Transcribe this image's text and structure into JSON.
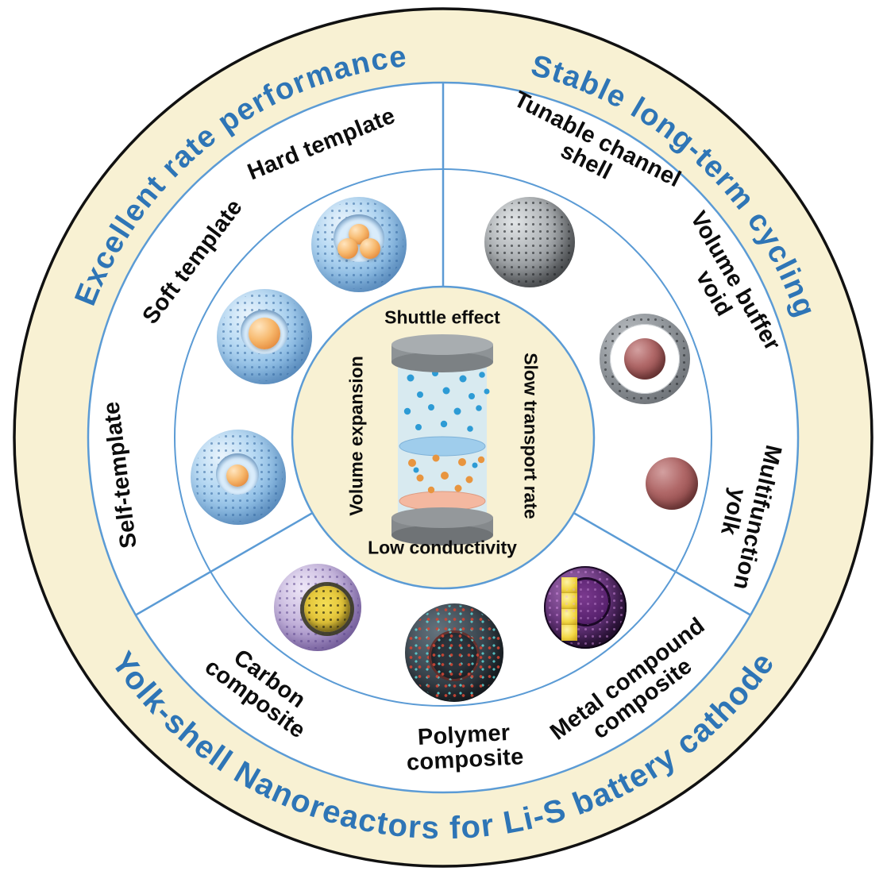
{
  "figure": {
    "outer_ring_texts": {
      "upper_left": "Excellent rate performance",
      "upper_right": "Stable long-term cycling",
      "bottom": "Yolk-shell Nanoreactors for Li-S battery cathode"
    },
    "synthesis_sector": {
      "hard_template": "Hard template",
      "soft_template": "Soft template",
      "self_template": "Self-template"
    },
    "structure_sector": {
      "tunable_channel_shell": "Tunable channel\nshell",
      "volume_buffer_void": "Volume buffer\nvoid",
      "multifunction_yolk": "Multifunction\nyolk"
    },
    "composite_sector": {
      "carbon_composite": "Carbon\ncomposite",
      "polymer_composite": "Polymer\ncomposite",
      "metal_compound_composite": "Metal compound\ncomposite"
    },
    "center_problems": {
      "top": "Shuttle effect",
      "left": "Volume expansion",
      "right": "Slow transport rate",
      "bottom": "Low conductivity"
    },
    "colors": {
      "accent_blue_text": "#2e75b6",
      "ring_cream": "#f8f1d3",
      "circle_stroke_blue": "#5b9bd5",
      "outer_stroke_black": "#111111",
      "yolk_orange": "#e89244",
      "maroon_yolk": "#8e4747",
      "polysulfide_blue": "#2d9bd5"
    }
  }
}
